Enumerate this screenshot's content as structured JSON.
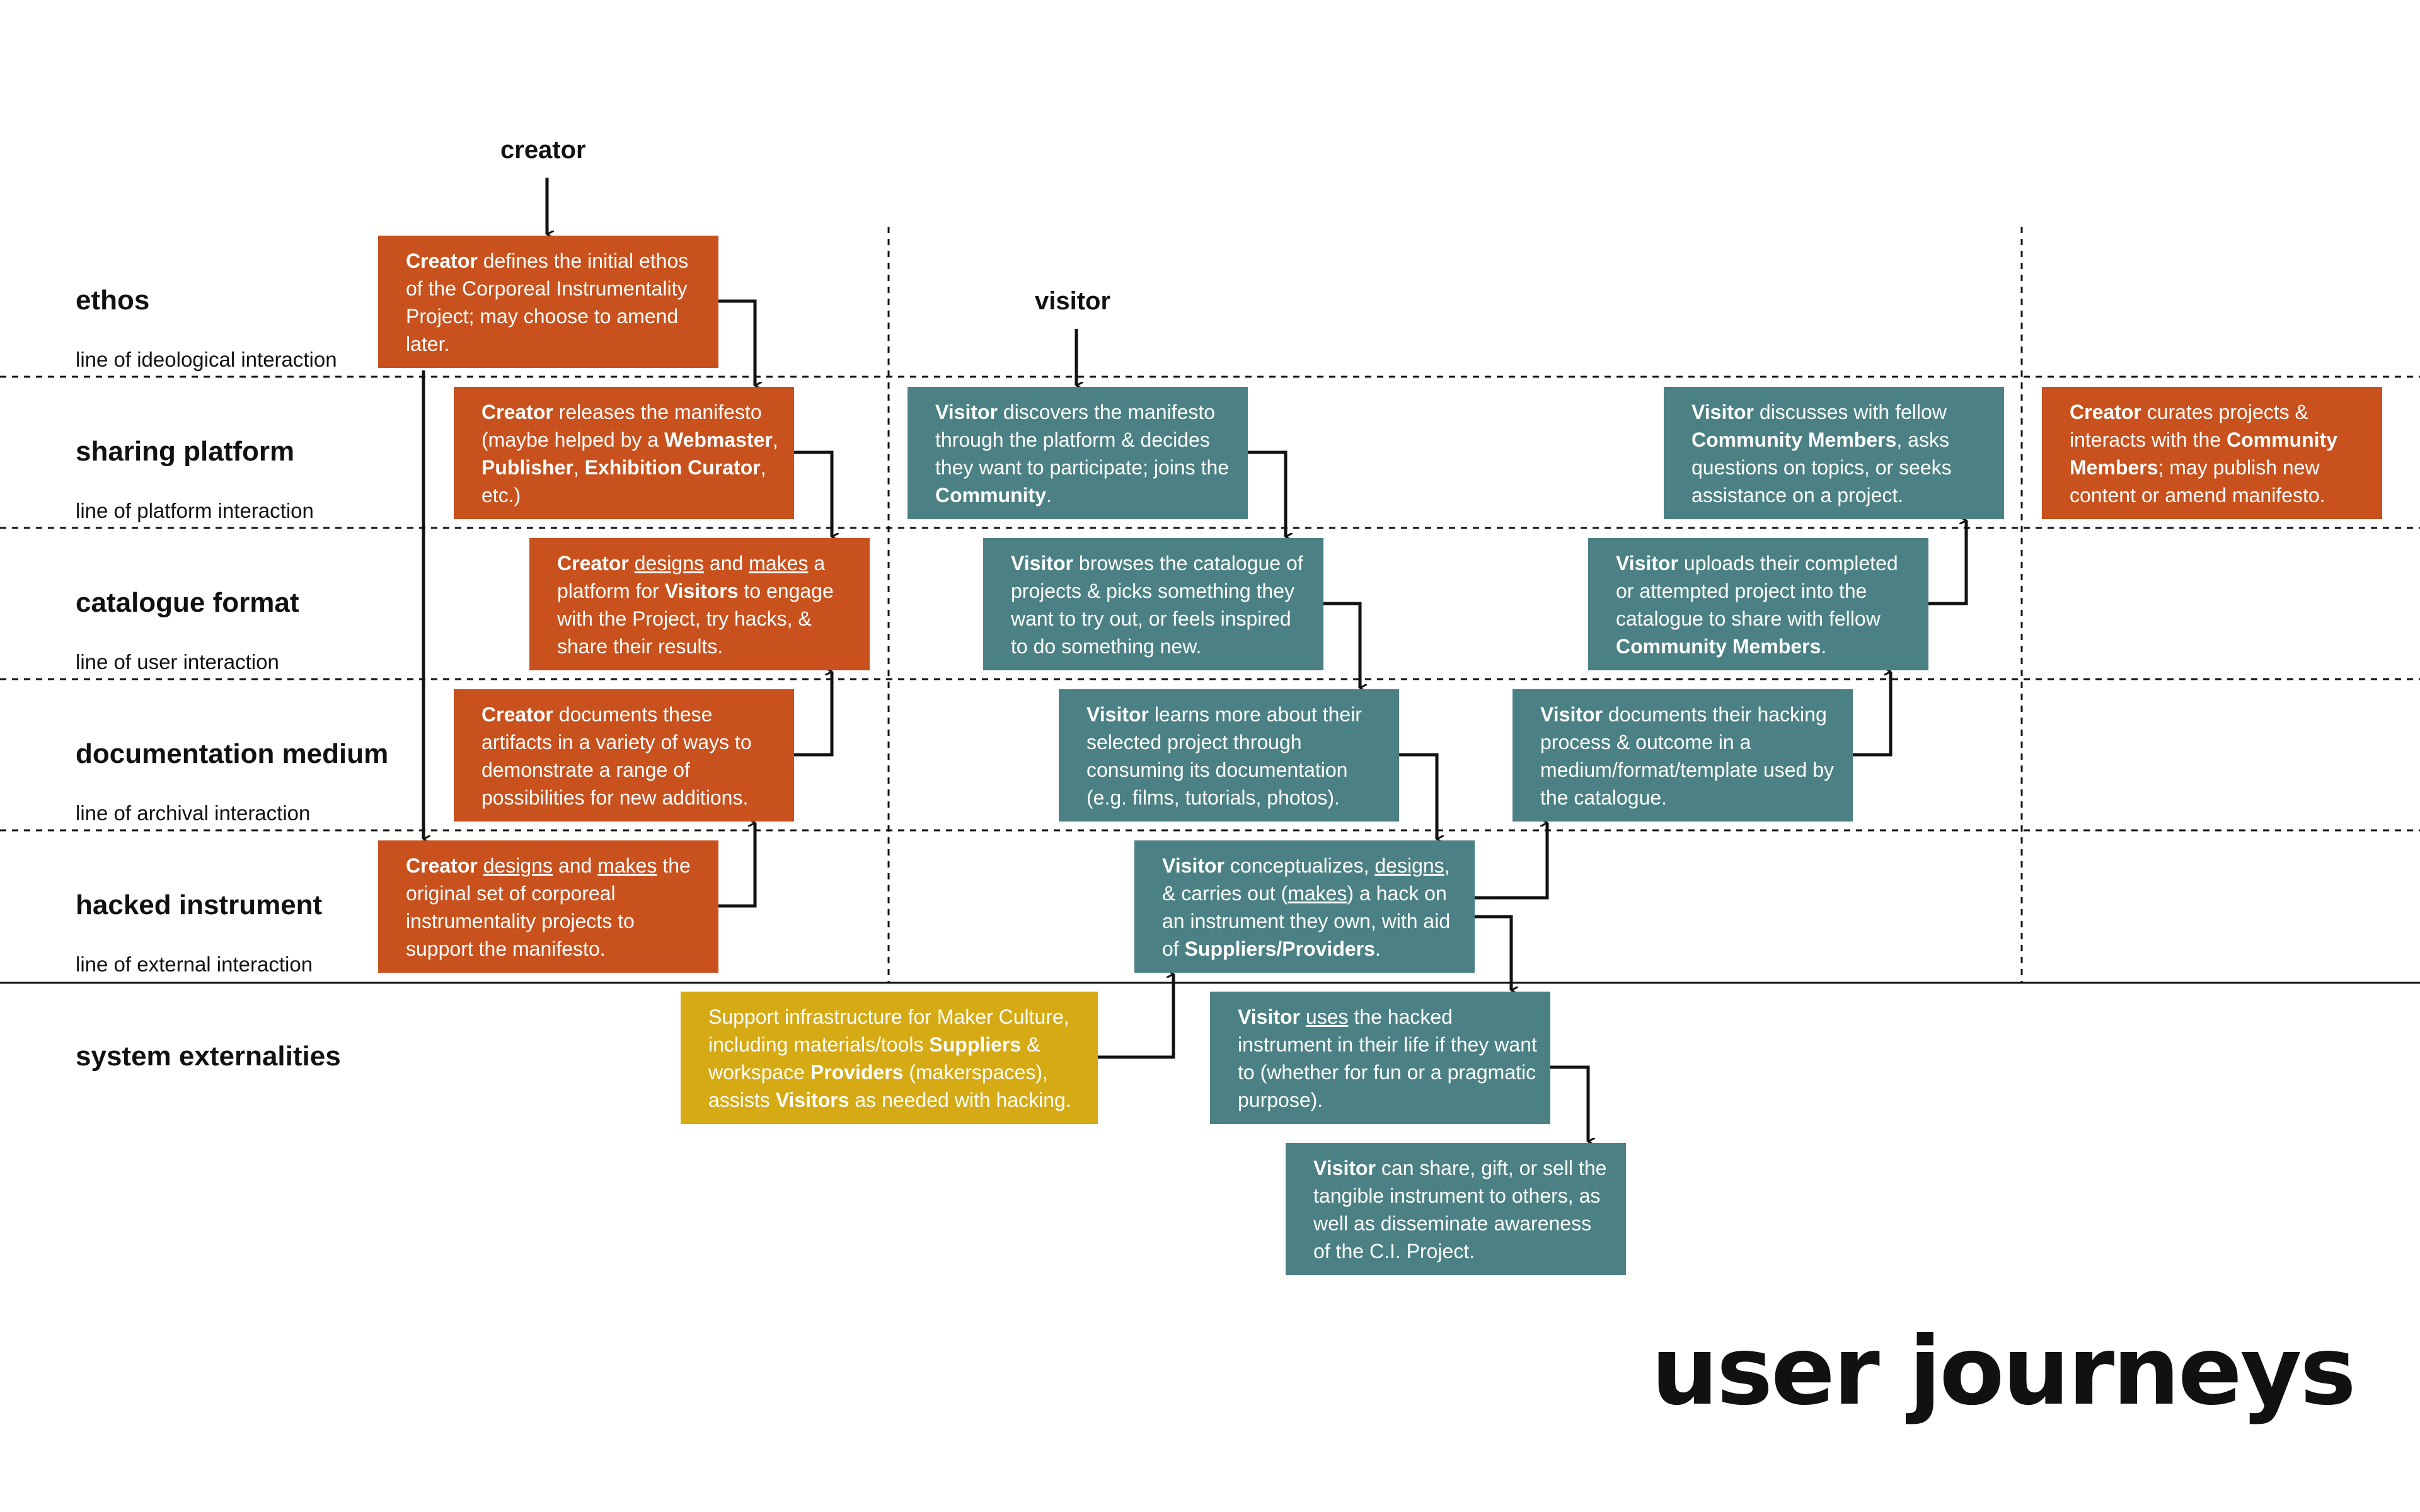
{
  "lanes": [
    {
      "title": "ethos",
      "line": "line of ideological interaction"
    },
    {
      "title": "sharing platform",
      "line": "line of platform interaction"
    },
    {
      "title": "catalogue format",
      "line": "line of user interaction"
    },
    {
      "title": "documentation medium",
      "line": "line of archival interaction"
    },
    {
      "title": "hacked instrument",
      "line": "line of external interaction"
    },
    {
      "title": "system externalities",
      "line": ""
    }
  ],
  "actors": {
    "creator": "creator",
    "visitor": "visitor"
  },
  "steps": {
    "c1": {
      "actor": "Creator",
      "text": " defines the initial ethos of the Corporeal Instrumentality Project; may choose to amend later."
    },
    "c2": {
      "actor": "Creator",
      "a": " releases the manifesto (maybe helped by a ",
      "b1": "Webmaster",
      "s1": ", ",
      "b2": "Publisher",
      "s2": ", ",
      "b3": "Exhibition Curator",
      "s3": ", etc.)"
    },
    "c3": {
      "actor": "Creator",
      "u1": "designs",
      "s1": " and ",
      "u2": "makes",
      "a": " a platform for ",
      "b": "Visitors",
      "c": " to engage with the Project, try hacks, & share their results."
    },
    "c4": {
      "actor": "Creator",
      "text": " documents these artifacts in a variety of ways to demonstrate a range of possibilities for new additions."
    },
    "c5": {
      "actor": "Creator",
      "u1": "designs",
      "s1": " and ",
      "u2": "makes",
      "a": " the original set of corporeal instrumentality projects to support the manifesto."
    },
    "c6": {
      "actor": "Creator",
      "a": " curates projects & interacts with the ",
      "b": "Community Members",
      "c": "; may publish new content or amend manifesto."
    },
    "v1": {
      "actor": "Visitor",
      "a": " discovers the manifesto through the platform & decides they want to participate; joins the ",
      "b": "Community",
      "c": "."
    },
    "v2": {
      "actor": "Visitor",
      "text": " browses the catalogue of projects & picks something they want to try out, or feels inspired to do something new."
    },
    "v3": {
      "actor": "Visitor",
      "text": " learns more about their selected project through consuming its documentation (e.g. films, tutorials, photos)."
    },
    "v4": {
      "actor": "Visitor",
      "a": " conceptualizes, ",
      "u1": "designs",
      "s1": ", & carries out (",
      "u2": "makes",
      "c": ") a hack on an instrument they own, with aid of ",
      "b": "Suppliers/Providers",
      "d": "."
    },
    "v5": {
      "actor": "Visitor",
      "u1": "uses",
      "a": " the hacked instrument in their life if they want to (whether for fun or a pragmatic purpose)."
    },
    "v6": {
      "actor": "Visitor",
      "text": " can share, gift, or sell the tangible instrument to others, as well as disseminate awareness of the C.I. Project."
    },
    "v7": {
      "actor": "Visitor",
      "text": " documents their hacking process & outcome in a medium/format/template used by the catalogue."
    },
    "v8": {
      "actor": "Visitor",
      "a": " uploads their completed or attempted project into the catalogue to share with fellow ",
      "b": "Community Members",
      "c": "."
    },
    "v9": {
      "actor": "Visitor",
      "a": " discusses with fellow ",
      "b": "Community Members",
      "c": ", asks questions on topics, or seeks assistance on a project."
    },
    "s1": {
      "a": "Support infrastructure for Maker Culture, including materials/tools ",
      "b1": "Suppliers",
      "s1": " & workspace ",
      "b2": "Providers",
      "s2": " (makerspaces), assists ",
      "b3": "Visitors",
      "s3": " as needed with hacking."
    }
  },
  "title": "user journeys",
  "colors": {
    "creator": "#c8511d",
    "visitor": "#4b8184",
    "support": "#d5aa14",
    "ink": "#111111"
  }
}
